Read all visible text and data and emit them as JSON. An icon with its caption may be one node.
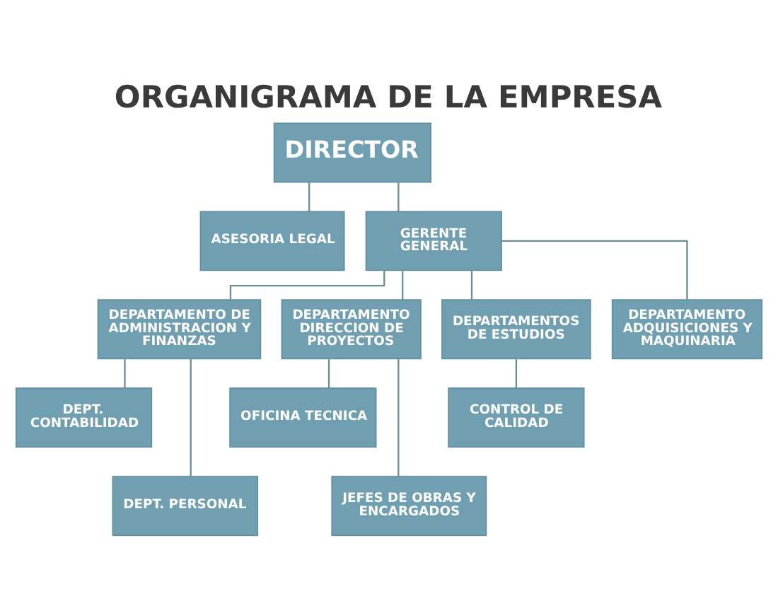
{
  "diagram": {
    "title": "ORGANIGRAMA DE LA EMPRESA",
    "nodes": [
      {
        "text": [
          "DIRECTOR"
        ]
      },
      {
        "text": [
          "ASESORIA LEGAL"
        ]
      },
      {
        "text": [
          "GERENTE GENERAL"
        ]
      },
      {
        "text": [
          "DEPARTAMENTO DE ADMINISTRACION Y FINANZAS"
        ]
      },
      {
        "text": [
          "DEPARTAMENTO DIRECCION DE PROYECTOS"
        ]
      },
      {
        "text": [
          "DEPARTAMENTOS DE ESTUDIOS"
        ]
      },
      {
        "text": [
          "DEPARTAMENTO ADQUISICIONES Y MAQUINARIA"
        ]
      },
      {
        "text": [
          "DEPT. CONTABILIDAD"
        ]
      },
      {
        "text": [
          "DEPT. PERSONAL"
        ]
      },
      {
        "text": [
          "OFICINA TECNICA"
        ]
      },
      {
        "text": [
          "JEFES DE OBRAS Y ENCARGADOS"
        ]
      },
      {
        "text": [
          "CONTROL DE CALIDAD"
        ]
      }
    ],
    "edges": [
      {
        "from": 0,
        "to": 1,
        "arrow": "none"
      },
      {
        "from": 0,
        "to": 2,
        "arrow": "none"
      },
      {
        "from": 2,
        "to": 3,
        "arrow": "none"
      },
      {
        "from": 2,
        "to": 4,
        "arrow": "none"
      },
      {
        "from": 2,
        "to": 5,
        "arrow": "none"
      },
      {
        "from": 2,
        "to": 6,
        "arrow": "none"
      },
      {
        "from": 3,
        "to": 7,
        "arrow": "none"
      },
      {
        "from": 3,
        "to": 8,
        "arrow": "none"
      },
      {
        "from": 4,
        "to": 9,
        "arrow": "none"
      },
      {
        "from": 4,
        "to": 10,
        "arrow": "none"
      },
      {
        "from": 5,
        "to": 11,
        "arrow": "none"
      }
    ]
  }
}
